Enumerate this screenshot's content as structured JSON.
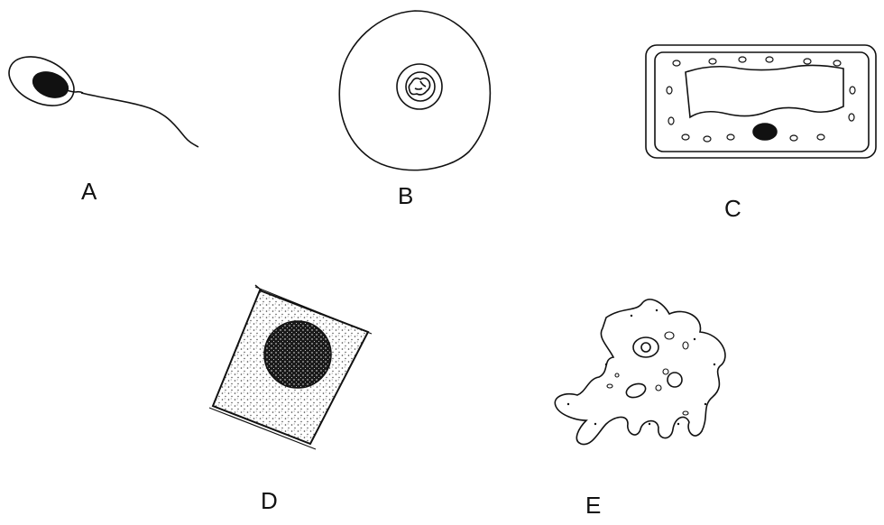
{
  "labels": {
    "a": "A",
    "b": "B",
    "c": "C",
    "d": "D",
    "e": "E"
  },
  "colors": {
    "ink": "#111111",
    "stipple": "#555555",
    "background": "#ffffff"
  }
}
